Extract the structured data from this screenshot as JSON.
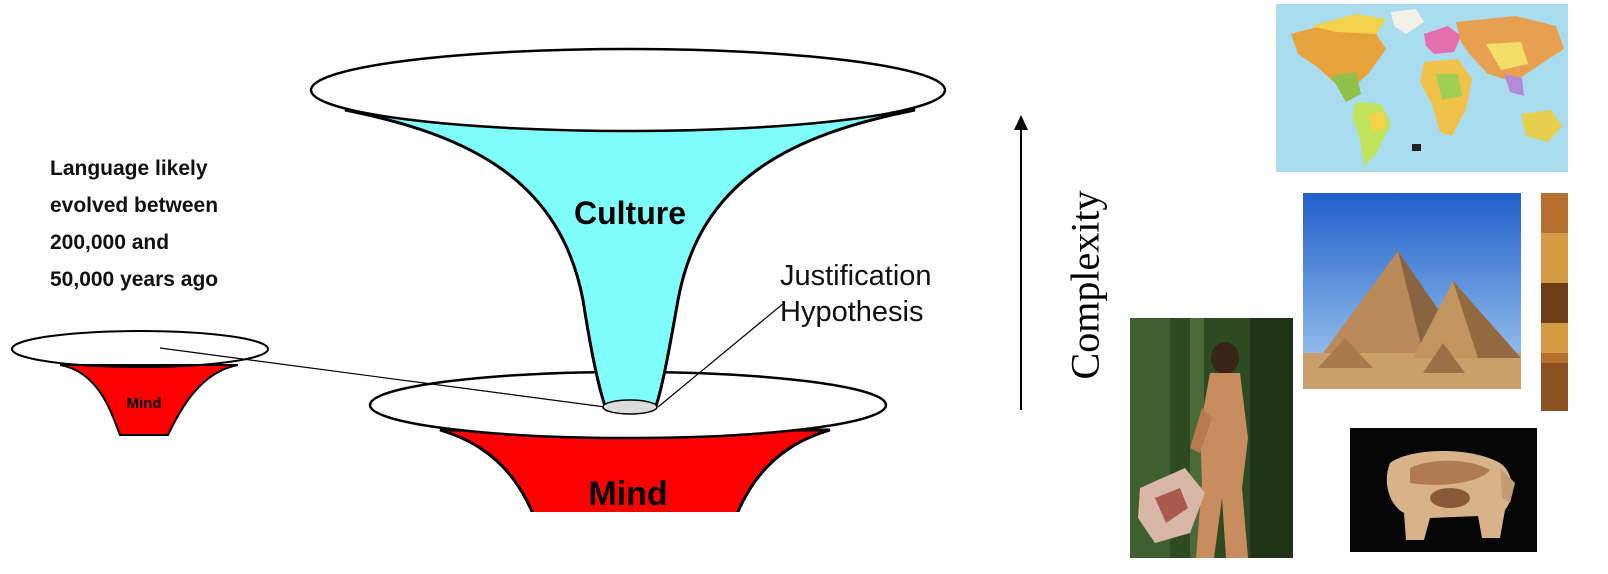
{
  "diagram": {
    "language_note": [
      "Language likely",
      "evolved between",
      "200,000 and",
      "50,000 years ago"
    ],
    "culture_label": "Culture",
    "mind_small_label": "Mind",
    "mind_large_label": "Mind",
    "justification_label": [
      "Justification",
      "Hypothesis"
    ],
    "complexity_label": "Complexity"
  },
  "colors": {
    "culture_fill": "#7ffcfc",
    "mind_fill": "#ff0000",
    "ellipse_fill": "#ffffff",
    "jh_marker_fill": "#dcdcdc",
    "outline": "#000000"
  },
  "photos": [
    {
      "subject": "world-political-map"
    },
    {
      "subject": "giza-pyramids"
    },
    {
      "subject": "cave-painting-partial"
    },
    {
      "subject": "hunter-gatherer-in-forest"
    },
    {
      "subject": "carved-ivory-mammoth"
    }
  ]
}
